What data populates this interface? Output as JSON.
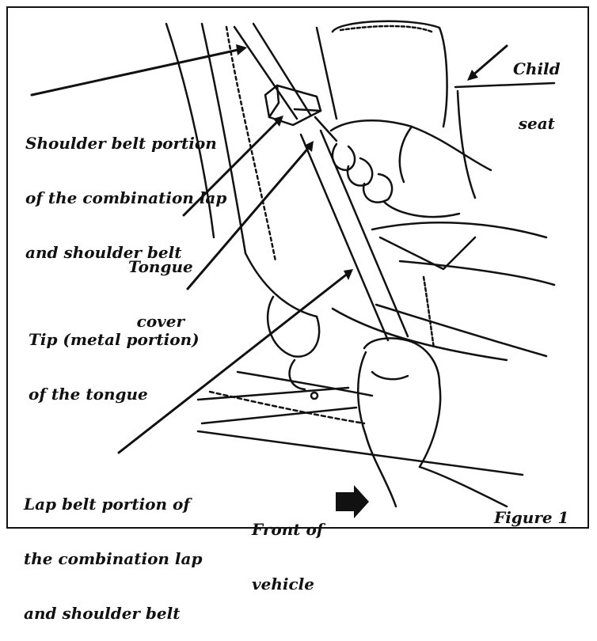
{
  "labels": {
    "child_seat": [
      "Child",
      "seat"
    ],
    "shoulder_belt": [
      "Shoulder belt portion",
      "of the combination lap",
      "and shoulder belt"
    ],
    "tongue_cover": [
      "Tongue",
      "cover"
    ],
    "tongue_tip": [
      "Tip (metal portion)",
      "of the tongue"
    ],
    "lap_belt": [
      "Lap belt portion of",
      "the combination lap",
      "and shoulder belt"
    ],
    "front_of_vehicle": [
      "Front of",
      "vehicle"
    ],
    "figure_caption": "Figure 1"
  },
  "icons": {
    "direction_arrow": "right-arrow-icon"
  },
  "colors": {
    "ink": "#111111",
    "paper": "#ffffff"
  }
}
